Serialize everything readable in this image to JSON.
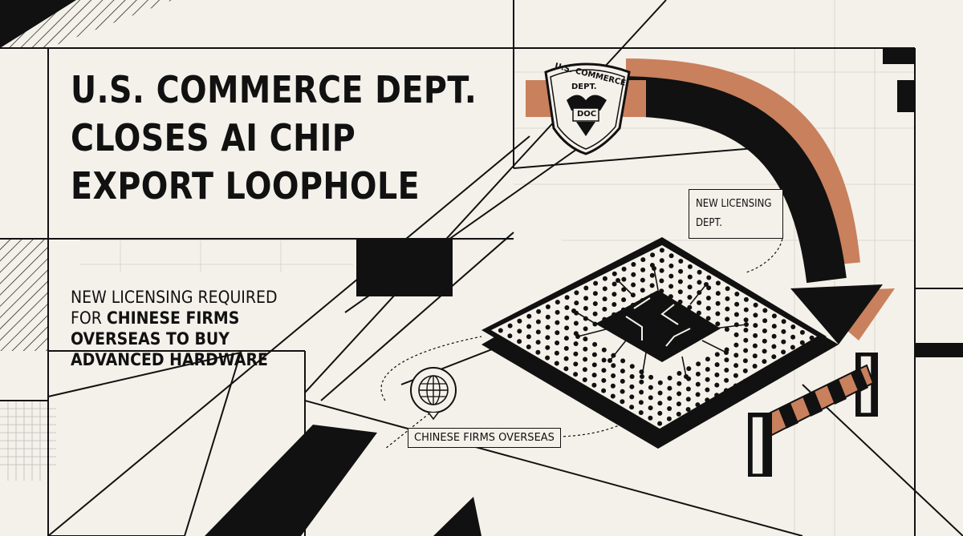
{
  "headline": {
    "line1": "U.S. COMMERCE DEPT.",
    "line2": "CLOSES AI CHIP",
    "line3": "EXPORT LOOPHOLE"
  },
  "subhead": {
    "line1": "NEW LICENSING REQUIRED",
    "line2_prefix": "FOR ",
    "line2_bold": "CHINESE FIRMS",
    "line3": "OVERSEAS TO BUY",
    "line4": "ADVANCED HARDWARE"
  },
  "seal": {
    "top_text": "U.S. COMMERCE",
    "mid_text": "DEPT.",
    "badge": "DOC"
  },
  "labels": {
    "licensing_line1": "NEW LICENSING",
    "licensing_line2": "DEPT.",
    "firms": "CHINESE FIRMS OVERSEAS"
  },
  "icons": [
    "seal-icon",
    "globe-icon",
    "chip-icon",
    "arrow-icon",
    "barrier-icon"
  ],
  "colors": {
    "background": "#f4f1ea",
    "ink": "#111111",
    "accent": "#c9805c"
  }
}
